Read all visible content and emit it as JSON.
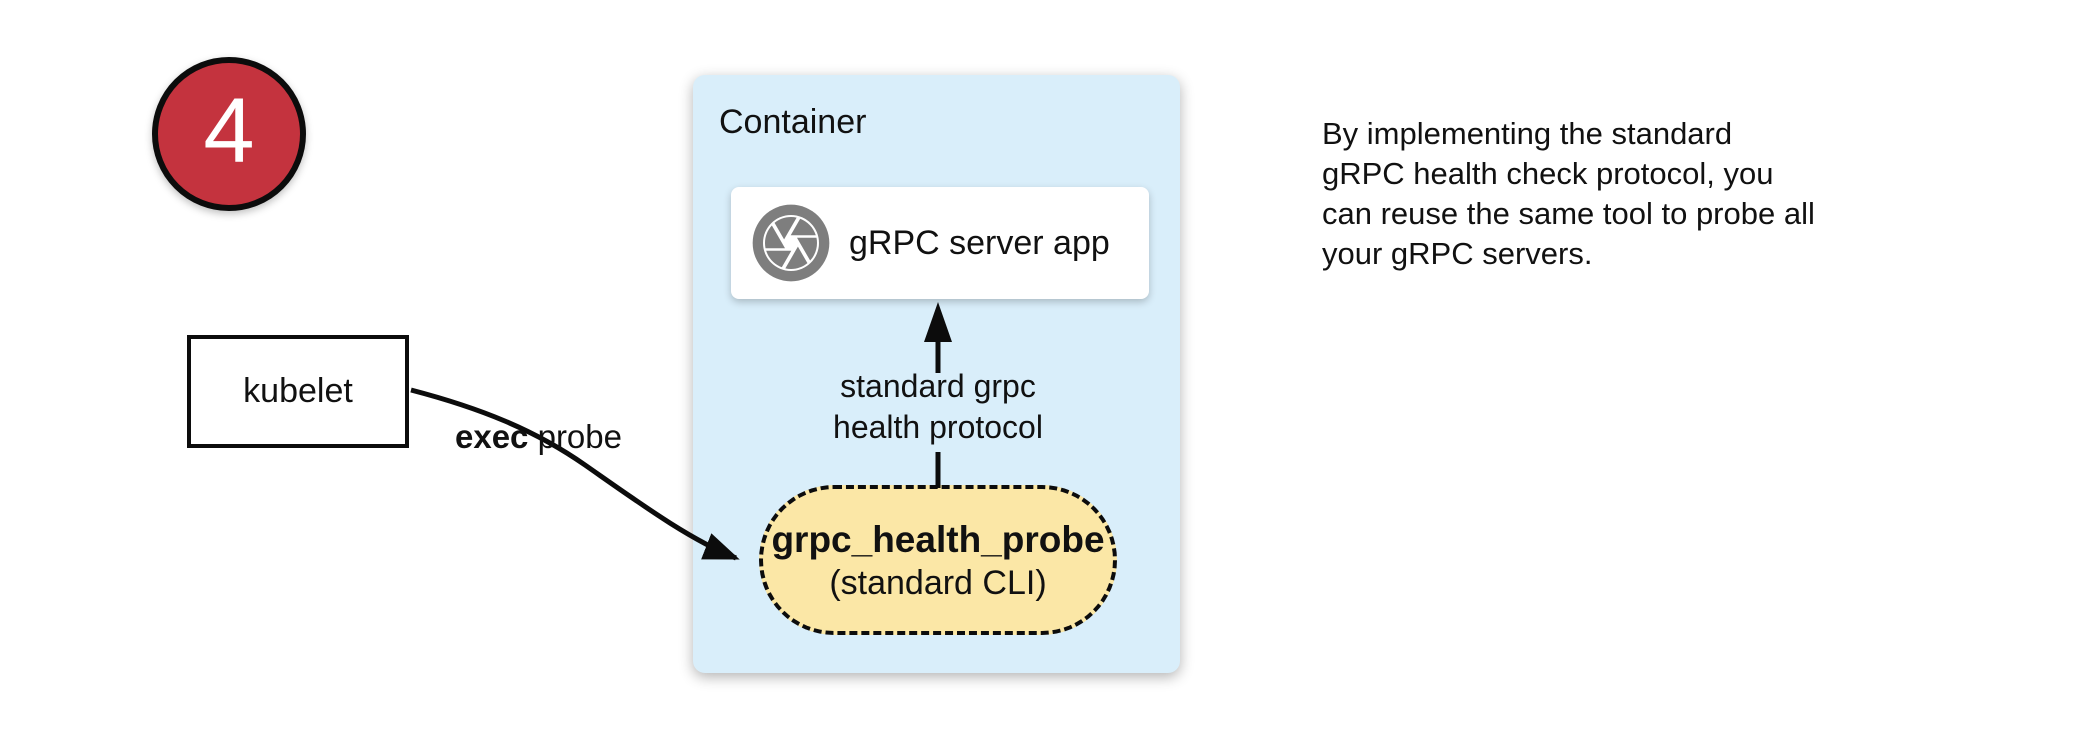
{
  "badge": {
    "number": "4"
  },
  "kubelet_box": {
    "label": "kubelet"
  },
  "exec_probe_label": {
    "bold": "exec",
    "rest": " probe"
  },
  "container": {
    "title": "Container",
    "server_box": {
      "label": "gRPC server app",
      "icon": "aperture-icon"
    },
    "protocol_arrow_label": "standard grpc\nhealth protocol",
    "probe_pill": {
      "name": "grpc_health_probe",
      "subtitle": "(standard CLI)"
    }
  },
  "annotation": "By implementing the standard\ngRPC health check protocol, you\ncan reuse the same tool to probe all\nyour gRPC servers.",
  "colors": {
    "badge_red": "#C4333E",
    "container_blue": "#D9EEFA",
    "pill_yellow": "#FBE7A6",
    "icon_gray": "#7E7E7E",
    "line_black": "#0c0c0c"
  }
}
